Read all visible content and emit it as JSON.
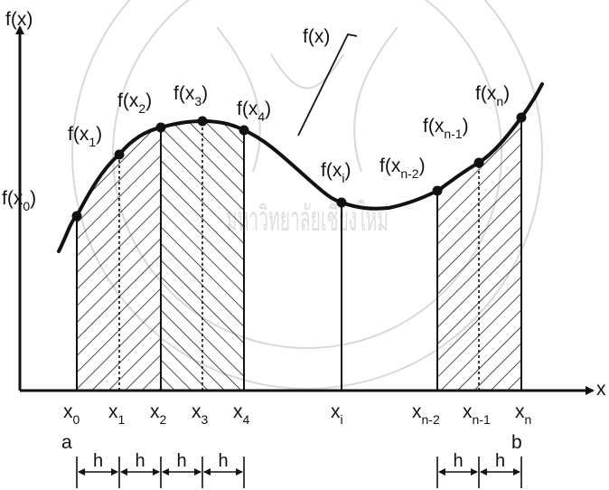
{
  "y_axis_label": "f(x)",
  "x_axis_label": "x",
  "curve_label": "f(x)",
  "point_labels": [
    "f(x0)",
    "f(x1)",
    "f(x2)",
    "f(x3)",
    "f(x4)",
    "f(xi)",
    "f(xn-2)",
    "f(xn-1)",
    "f(xn)"
  ],
  "x_ticks": [
    "x0",
    "x1",
    "x2",
    "x3",
    "x4",
    "xi",
    "xn-2",
    "xn-1",
    "xn"
  ],
  "endpoint_a": "a",
  "endpoint_b": "b",
  "step_label": "h",
  "hatch_color": "#111111",
  "watermark": "มหาวิทยาลัยเชียงใหม่"
}
